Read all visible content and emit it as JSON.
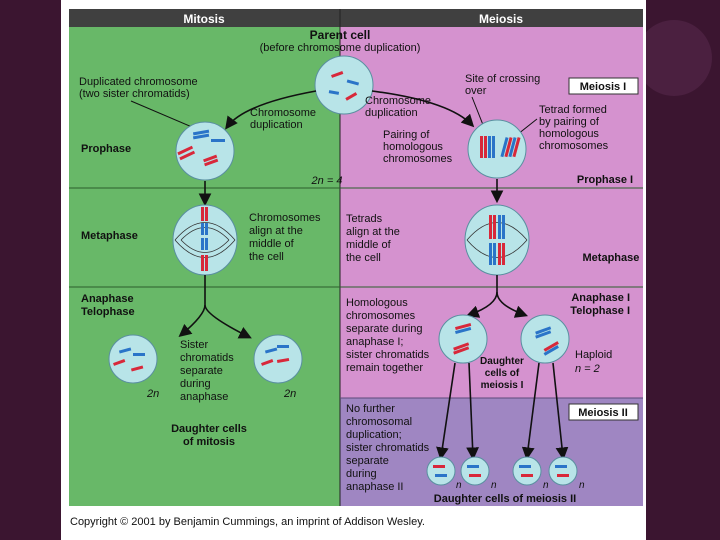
{
  "headers": {
    "mitosis": "Mitosis",
    "meiosis": "Meiosis"
  },
  "parent": {
    "title": "Parent cell",
    "subtitle": "(before chromosome duplication)"
  },
  "left_notes": {
    "duplicated_chromosome": [
      "Duplicated chromosome",
      "(two sister chromatids)"
    ],
    "chromosome_duplication": [
      "Chromosome",
      "duplication"
    ],
    "chromosomes_align": [
      "Chromosomes",
      "align at the",
      "middle of",
      "the cell"
    ],
    "sister_separate": [
      "Sister",
      "chromatids",
      "separate",
      "during",
      "anaphase"
    ],
    "two_n_left": "2n",
    "two_n_right": "2n",
    "daughter_mitosis": [
      "Daughter cells",
      "of mitosis"
    ]
  },
  "row_labels": {
    "prophase": "Prophase",
    "metaphase": "Metaphase",
    "anaphase": [
      "Anaphase",
      "Telophase"
    ]
  },
  "center": {
    "two_n_4": "2n = 4"
  },
  "right_notes": {
    "meiosis_i_badge": "Meiosis I",
    "crossing_over": [
      "Site of crossing",
      "over"
    ],
    "chromosome_duplication": [
      "Chromosome",
      "duplication"
    ],
    "pairing": [
      "Pairing of",
      "homologous",
      "chromosomes"
    ],
    "tetrad_formed": [
      "Tetrad formed",
      "by pairing of",
      "homologous",
      "chromosomes"
    ],
    "prophase_i": "Prophase I",
    "tetrads_align": [
      "Tetrads",
      "align at the",
      "middle of",
      "the cell"
    ],
    "metaphase_i": "Metaphase I",
    "anaphase_i": [
      "Anaphase I",
      "Telophase I"
    ],
    "homologous_separate": [
      "Homologous",
      "chromosomes",
      "separate during",
      "anaphase I;",
      "sister chromatids",
      "remain together"
    ],
    "daughter_meiosis_i": [
      "Daughter",
      "cells of",
      "meiosis I"
    ],
    "haploid": [
      "Haploid",
      "n = 2"
    ],
    "meiosis_ii_badge": "Meiosis II",
    "no_further": [
      "No further",
      "chromosomal",
      "duplication;",
      "sister chromatids",
      "separate",
      "during",
      "anaphase II"
    ],
    "n_label": "n",
    "daughter_meiosis_ii": "Daughter cells of meiosis II"
  },
  "copyright": "Copyright © 2001 by Benjamin Cummings, an imprint of Addison Wesley.",
  "colors": {
    "mitosis_bg": "#68b868",
    "meiosis_bg": "#d592cf",
    "meiosis_ii_bg": "#9f86c2",
    "header_bg": "#404040",
    "cell_fill": "#b8e4e8",
    "chromosome_red": "#d8283a",
    "chromosome_blue": "#2a74c8"
  }
}
